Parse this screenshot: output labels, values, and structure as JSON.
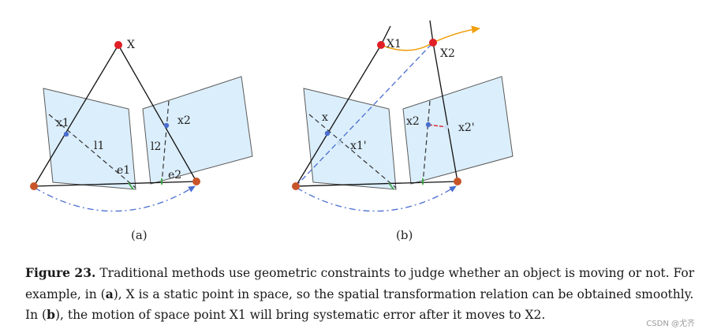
{
  "figure": {
    "panel_a": {
      "sublabel": "(a)",
      "labels": {
        "X": "X",
        "x1": "x1",
        "x2": "x2",
        "l1": "l1",
        "l2": "l2",
        "e1": "e1",
        "e2": "e2"
      }
    },
    "panel_b": {
      "sublabel": "(b)",
      "labels": {
        "X1": "X1",
        "X2": "X2",
        "x": "x",
        "x1p": "x1'",
        "x2": "x2",
        "x2p": "x2'"
      }
    },
    "colors": {
      "plane_fill": "#dbeefb",
      "plane_stroke": "#5a5a5a",
      "world_point": "#e01f26",
      "camera_center": "#c8552a",
      "image_point": "#4a6ed0",
      "motion_arrow": "#f0a010",
      "dashed_blue": "#4a6ed0"
    }
  },
  "caption": {
    "label": "Figure 23.",
    "part1": " Traditional methods use geometric constraints to judge whether an object is moving or not. For example, in (",
    "ref_a": "a",
    "part2": "), X is a static point in space, so the spatial transformation relation can be obtained smoothly. In (",
    "ref_b": "b",
    "part3": "), the motion of space point X1 will bring systematic error after it moves to X2."
  },
  "watermark": "CSDN @尤齐"
}
